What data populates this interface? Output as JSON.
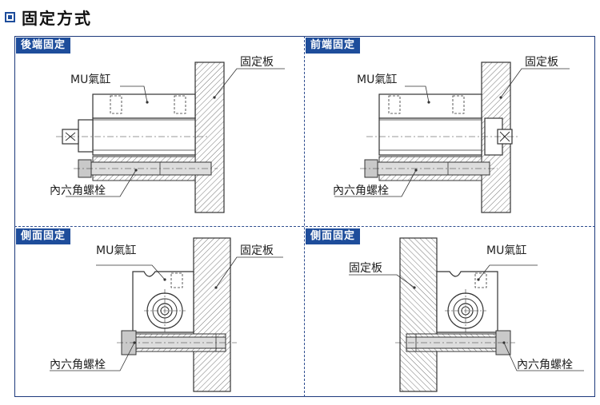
{
  "header": {
    "title": "固定方式"
  },
  "panels": {
    "rear": {
      "tag": "後端固定",
      "cylinder": "MU氣缸",
      "plate": "固定板",
      "bolt": "內六角螺栓"
    },
    "front": {
      "tag": "前端固定",
      "cylinder": "MU氣缸",
      "plate": "固定板",
      "bolt": "內六角螺栓"
    },
    "side_left": {
      "tag": "側面固定",
      "cylinder": "MU氣缸",
      "plate": "固定板",
      "bolt": "內六角螺栓"
    },
    "side_right": {
      "tag": "側面固定",
      "cylinder": "MU氣缸",
      "plate": "固定板",
      "bolt": "內六角螺栓"
    }
  },
  "colors": {
    "accent": "#1e4d9b",
    "line": "#333333",
    "hatch": "#555555",
    "part_fill": "#ffffff",
    "bolt_fill": "#c9c9c9"
  }
}
